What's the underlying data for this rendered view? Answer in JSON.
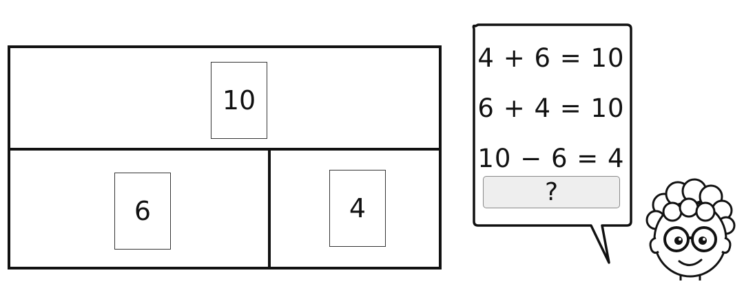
{
  "bar_model": {
    "whole": "10",
    "part_a": "6",
    "part_b": "4"
  },
  "speech": {
    "equations": [
      "4 + 6 = 10",
      "6 + 4 = 10",
      "10 − 6 = 4"
    ],
    "answer_placeholder": "?"
  },
  "character": {
    "icon": "child-with-glasses-icon"
  },
  "colors": {
    "line": "#111111",
    "answer_box_fill": "#eeeeee"
  }
}
